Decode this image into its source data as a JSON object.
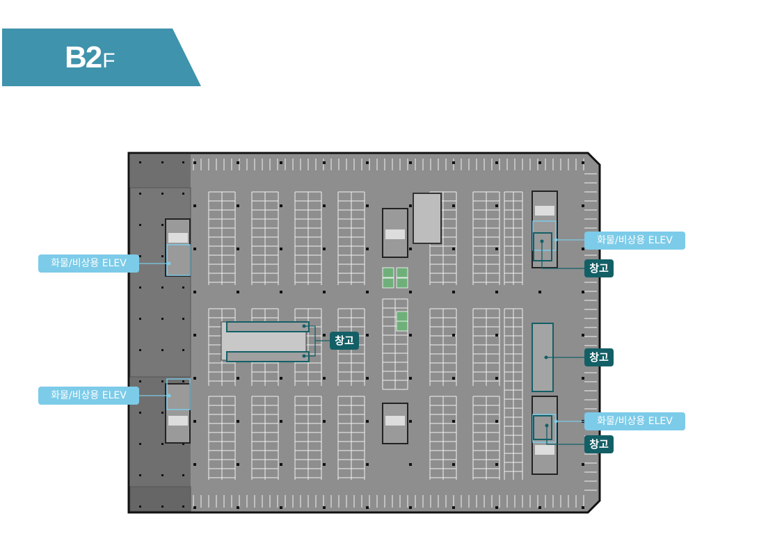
{
  "floor": {
    "level": "B2",
    "suffix": "F"
  },
  "labels": {
    "elev": "화물/비상용 ELEV",
    "storage": "창고"
  },
  "colors": {
    "banner": "#3f93ac",
    "elev": "#7ccbe8",
    "storage": "#135f66",
    "floor": "#8e8e8e"
  }
}
